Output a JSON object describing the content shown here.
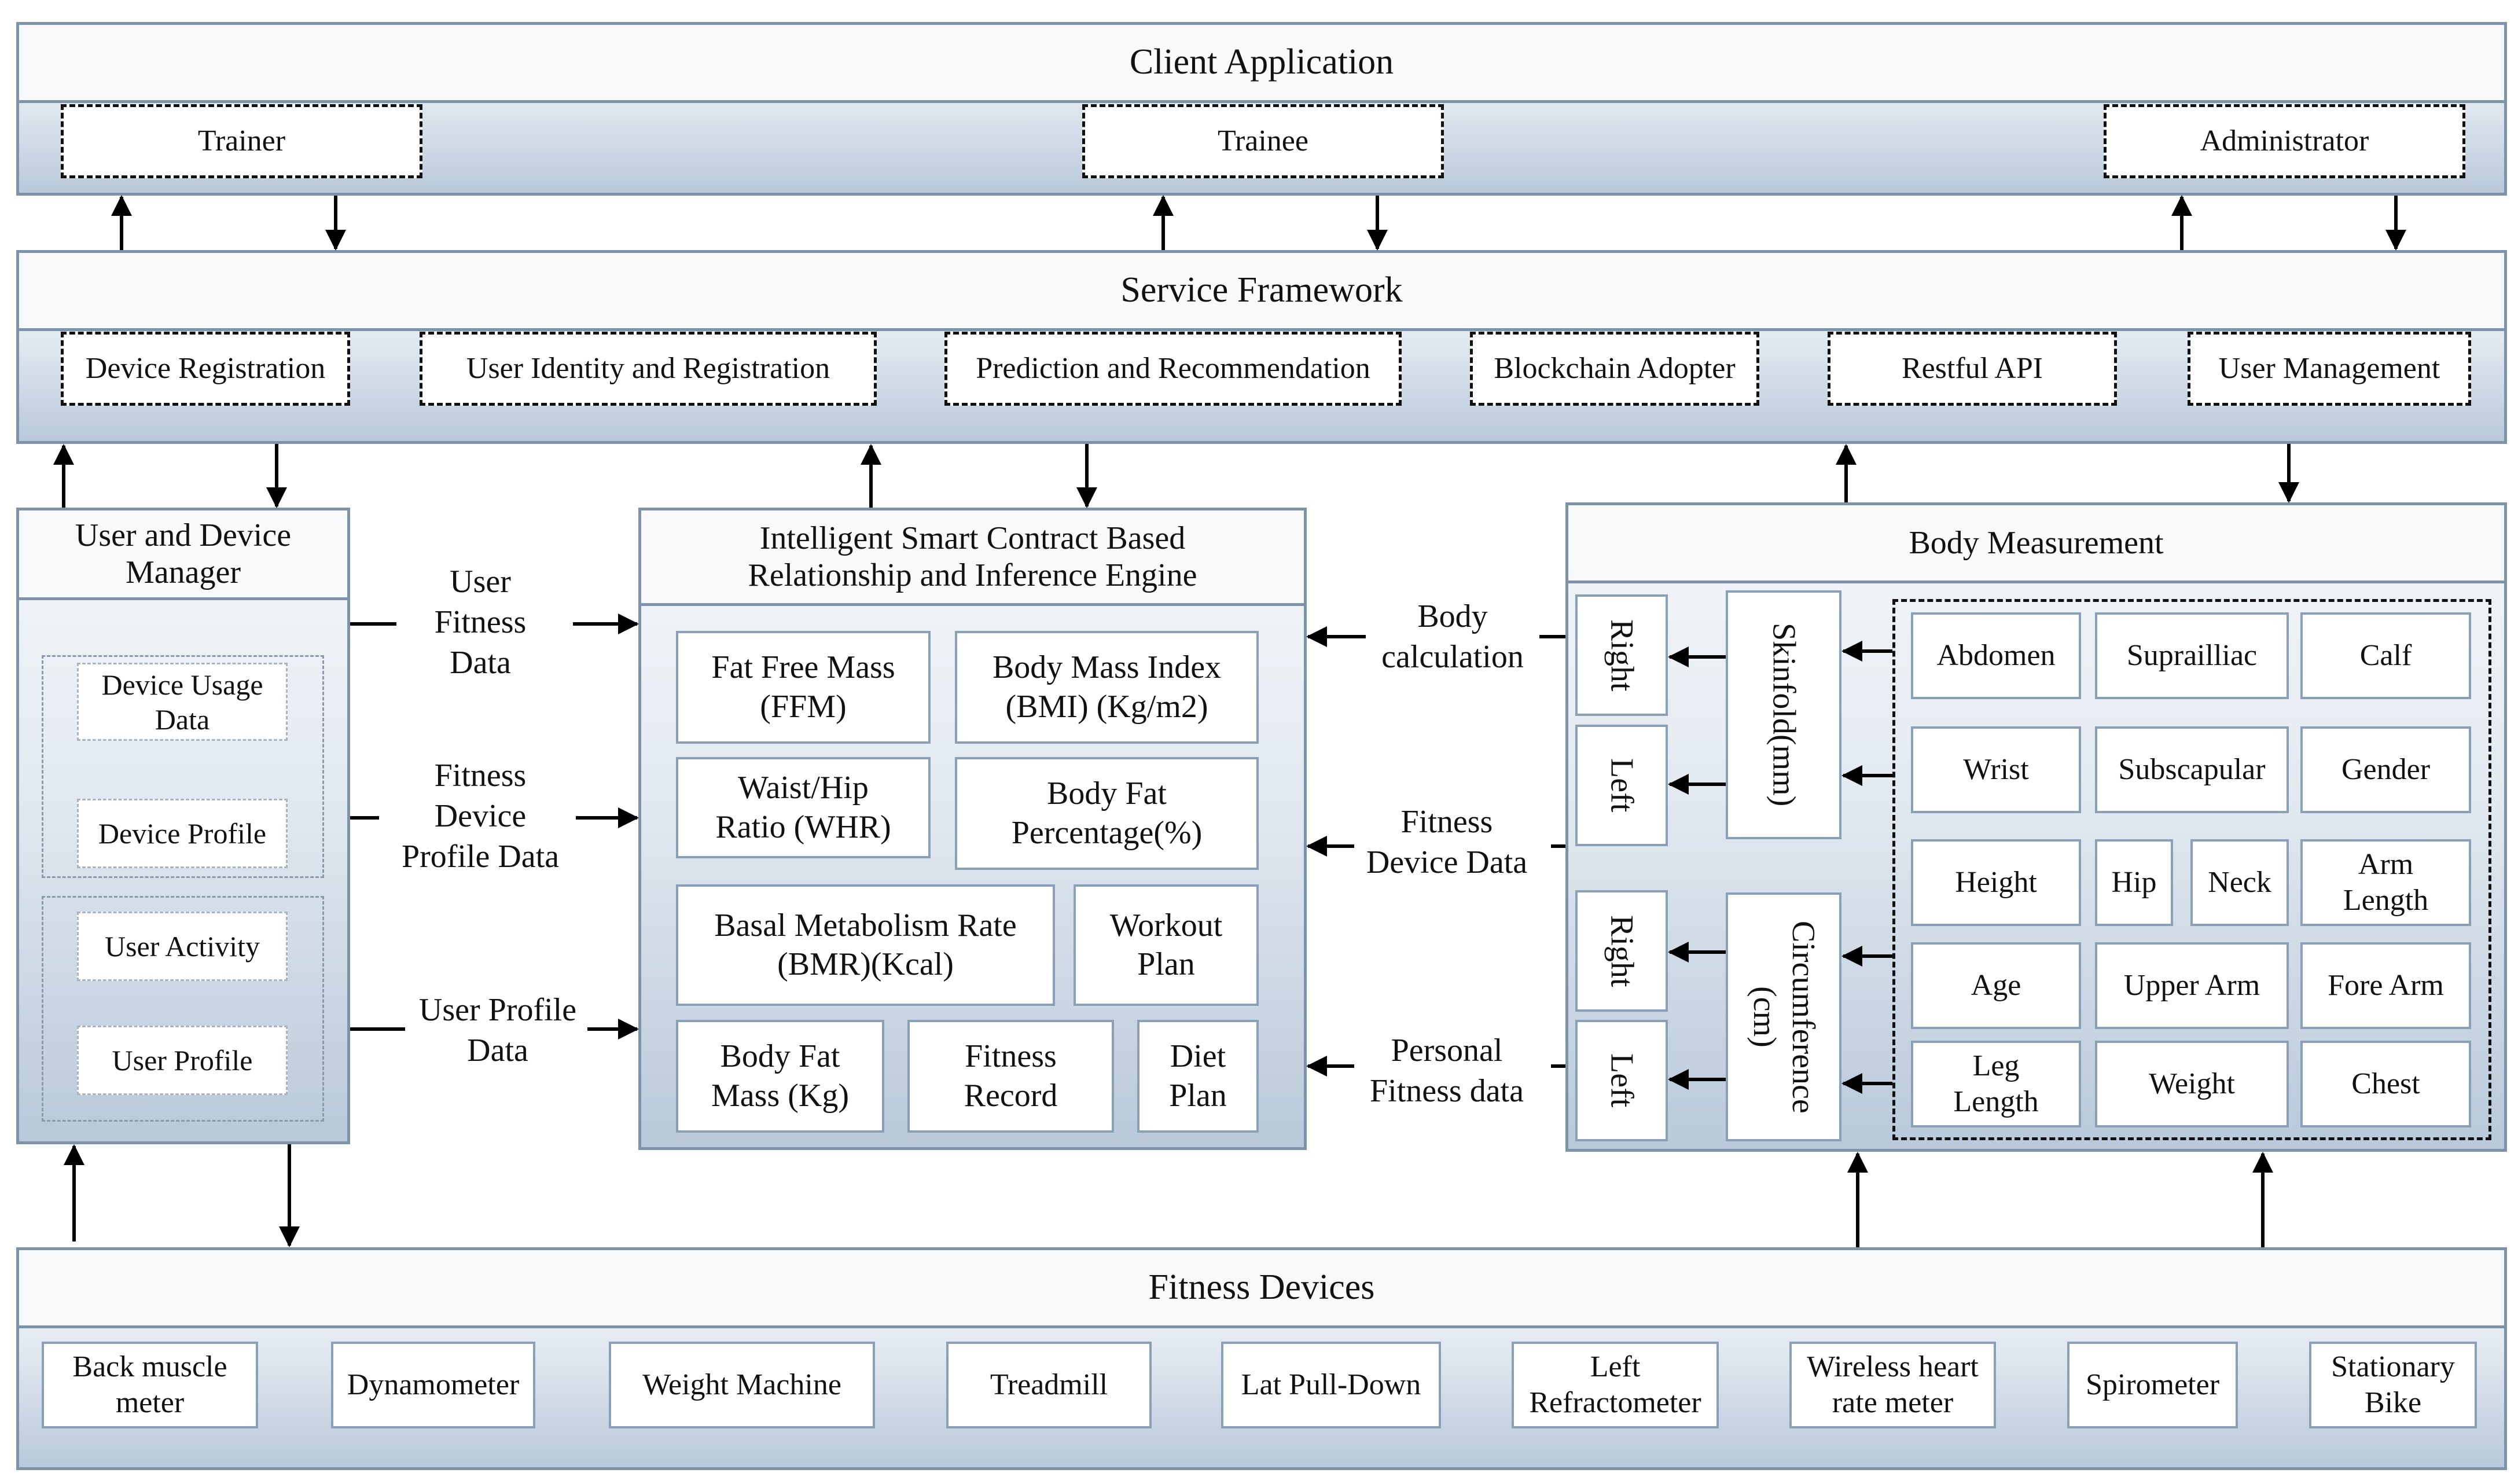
{
  "client_application": {
    "title": "Client Application",
    "roles": [
      "Trainer",
      "Trainee",
      "Administrator"
    ]
  },
  "service_framework": {
    "title": "Service Framework",
    "services": [
      "Device Registration",
      "User Identity and Registration",
      "Prediction and Recommendation",
      "Blockchain Adopter",
      "Restful API",
      "User Management"
    ]
  },
  "user_device_manager": {
    "title": "User and Device Manager",
    "device_items": [
      "Device Usage Data",
      "Device Profile"
    ],
    "user_items": [
      "User Activity",
      "User Profile"
    ]
  },
  "engine": {
    "title": "Intelligent Smart Contract Based Relationship and Inference Engine",
    "metrics": {
      "ffm": "Fat Free Mass (FFM)",
      "bmi": "Body Mass Index (BMI) (Kg/m2)",
      "whr": "Waist/Hip Ratio (WHR)",
      "bfp": "Body Fat Percentage(%)",
      "bmr": "Basal Metabolism Rate (BMR)(Kcal)",
      "workout": "Workout Plan",
      "bfm": "Body Fat Mass (Kg)",
      "record": "Fitness Record",
      "diet": "Diet Plan"
    }
  },
  "body_measurement": {
    "title": "Body Measurement",
    "side_labels": [
      "Right",
      "Left",
      "Right",
      "Left"
    ],
    "skinfold": "Skinfold(mm)",
    "circumference": "Circumference (cm)",
    "sites": [
      "Abdomen",
      "Suprailliac",
      "Calf",
      "Wrist",
      "Subscapular",
      "Gender",
      "Height",
      "Hip",
      "Neck",
      "Arm Length",
      "Age",
      "Upper Arm",
      "Fore Arm",
      "Leg Length",
      "Weight",
      "Chest"
    ]
  },
  "flow_labels": {
    "user_fitness_data": "User Fitness Data",
    "fitness_device_profile_data": "Fitness Device Profile Data",
    "user_profile_data": "User Profile Data",
    "body_calculation": "Body calculation",
    "fitness_device_data": "Fitness Device Data",
    "personal_fitness_data": "Personal Fitness data"
  },
  "fitness_devices": {
    "title": "Fitness Devices",
    "devices": [
      "Back muscle meter",
      "Dynamometer",
      "Weight Machine",
      "Treadmill",
      "Lat Pull-Down",
      "Left Refractometer",
      "Wireless heart rate meter",
      "Spirometer",
      "Stationary Bike"
    ]
  }
}
